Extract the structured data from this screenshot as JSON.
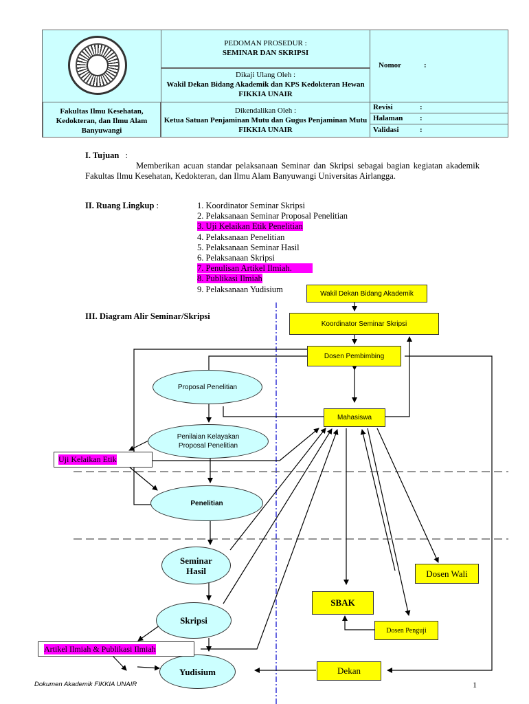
{
  "header": {
    "procedure_label": "PEDOMAN PROSEDUR :",
    "procedure_title": "SEMINAR DAN SKRIPSI",
    "reviewed_label": "Dikaji Ulang Oleh :",
    "reviewed_by": "Wakil Dekan Bidang Akademik dan KPS Kedokteran Hewan FIKKIA UNAIR",
    "controlled_label": "Dikendalikan Oleh :",
    "controlled_by": "Ketua Satuan Penjaminan Mutu dan Gugus Penjaminan Mutu FIKKIA UNAIR",
    "faculty": "Fakultas Ilmu Kesehatan, Kedokteran, dan Ilmu Alam Banyuwangi",
    "nomor_label": "Nomor",
    "revisi_label": "Revisi",
    "halaman_label": "Halaman",
    "validasi_label": "Validasi",
    "colon": ":"
  },
  "tujuan": {
    "heading": "I. Tujuan",
    "colon": ":",
    "body": "Memberikan acuan standar pelaksanaan Seminar dan Skripsi sebagai bagian kegiatan akademik Fakultas Ilmu Kesehatan, Kedokteran, dan Ilmu Alam Banyuwangi Universitas Airlangga."
  },
  "ruang_lingkup": {
    "heading": "II. Ruang Lingkup",
    "colon": ":",
    "items": [
      {
        "text": "1. Koordinator Seminar Skripsi",
        "highlight": false
      },
      {
        "text": "2. Pelaksanaan Seminar Proposal Penelitian",
        "highlight": false
      },
      {
        "text": "3. Uji Kelaikan Etik Penelitian",
        "highlight": true
      },
      {
        "text": "4. Pelaksanaan Penelitian",
        "highlight": false
      },
      {
        "text": "5. Pelaksanaan Seminar Hasil",
        "highlight": false
      },
      {
        "text": "6. Pelaksanaan Skripsi",
        "highlight": false
      },
      {
        "text": "7. Penulisan Artikel Ilmiah.",
        "highlight": true
      },
      {
        "text": "8. Publikasi Ilmiah",
        "highlight": true
      },
      {
        "text": "9. Pelaksanaan Yudisium",
        "highlight": false
      }
    ]
  },
  "diagram": {
    "heading": "III. Diagram Alir Seminar/Skripsi",
    "nodes": {
      "wakil_dekan": "Wakil Dekan Bidang Akademik",
      "koordinator": "Koordinator Seminar Skripsi",
      "dosen_pembimbing": "Dosen Pembimbing",
      "mahasiswa": "Mahasiswa",
      "proposal": "Proposal Penelitian",
      "penilaian": "Penilaian Kelayakan Proposal Penelitian",
      "uji_etik": "Uji Kelaikan Etik",
      "penelitian": "Penelitian",
      "seminar_hasil": "Seminar Hasil",
      "skripsi": "Skripsi",
      "artikel": "Artikel Ilmiah & Publikasi Ilmiah",
      "yudisium": "Yudisium",
      "dosen_wali": "Dosen Wali",
      "sbak": "SBAK",
      "dosen_penguji": "Dosen Penguji",
      "dekan": "Dekan"
    }
  },
  "footer": {
    "doc_label": "Dokumen Akademik",
    "doc_org": "FIKKIA UNAIR",
    "page_number": "1"
  },
  "colors": {
    "header_bg": "#ccffff",
    "box_yellow": "#ffff00",
    "highlight": "#ff00ff",
    "ellipse_bg": "#ccffff",
    "divider_blue": "#0000cc"
  }
}
